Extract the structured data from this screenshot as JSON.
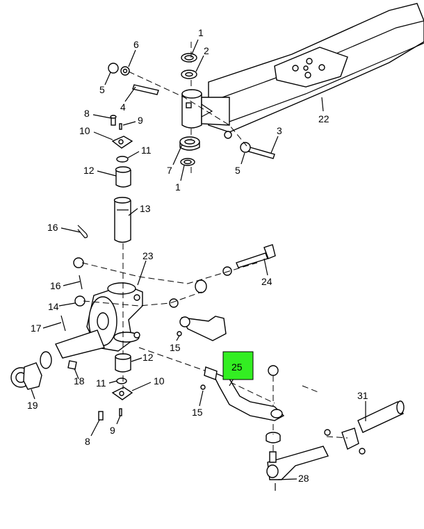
{
  "diagram": {
    "highlight_color": "#33ee22",
    "highlighted_part": "25",
    "callouts": [
      {
        "id": "c1a",
        "text": "1"
      },
      {
        "id": "c2",
        "text": "2"
      },
      {
        "id": "c6",
        "text": "6"
      },
      {
        "id": "c5a",
        "text": "5"
      },
      {
        "id": "c4",
        "text": "4"
      },
      {
        "id": "c8a",
        "text": "8"
      },
      {
        "id": "c9a",
        "text": "9"
      },
      {
        "id": "c10a",
        "text": "10"
      },
      {
        "id": "c11a",
        "text": "11"
      },
      {
        "id": "c22",
        "text": "22"
      },
      {
        "id": "c3",
        "text": "3"
      },
      {
        "id": "c7",
        "text": "7"
      },
      {
        "id": "c5b",
        "text": "5"
      },
      {
        "id": "c1b",
        "text": "1"
      },
      {
        "id": "c12a",
        "text": "12"
      },
      {
        "id": "c13",
        "text": "13"
      },
      {
        "id": "c16a",
        "text": "16"
      },
      {
        "id": "c23",
        "text": "23"
      },
      {
        "id": "c24",
        "text": "24"
      },
      {
        "id": "c16b",
        "text": "16"
      },
      {
        "id": "c14",
        "text": "14"
      },
      {
        "id": "c17",
        "text": "17"
      },
      {
        "id": "c15a",
        "text": "15"
      },
      {
        "id": "c25",
        "text": "25"
      },
      {
        "id": "c12b",
        "text": "12"
      },
      {
        "id": "c18",
        "text": "18"
      },
      {
        "id": "c11b",
        "text": "11"
      },
      {
        "id": "c10b",
        "text": "10"
      },
      {
        "id": "c19",
        "text": "19"
      },
      {
        "id": "c15b",
        "text": "15"
      },
      {
        "id": "c31",
        "text": "31"
      },
      {
        "id": "c8b",
        "text": "8"
      },
      {
        "id": "c9b",
        "text": "9"
      },
      {
        "id": "c28",
        "text": "28"
      }
    ]
  }
}
